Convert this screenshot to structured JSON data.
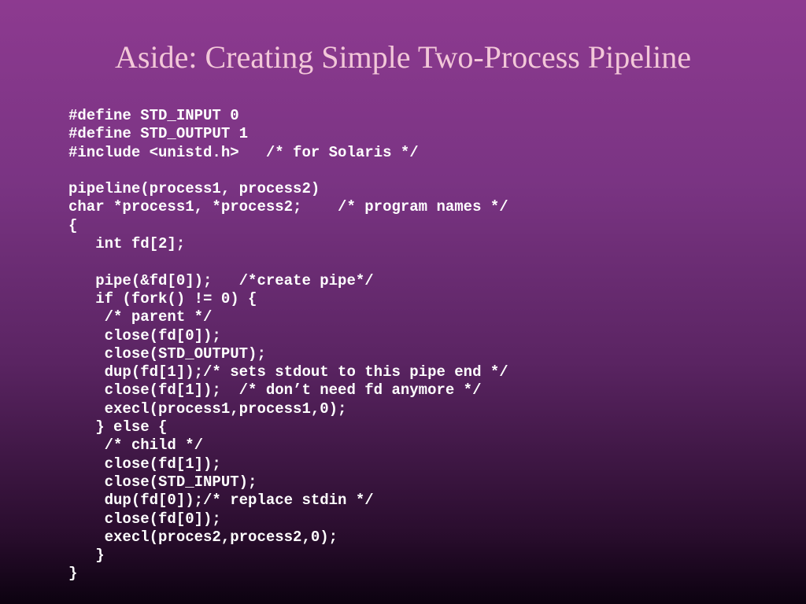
{
  "slide": {
    "title": "Aside: Creating Simple Two-Process Pipeline",
    "code_lines": [
      "#define STD_INPUT 0",
      "#define STD_OUTPUT 1",
      "#include <unistd.h>   /* for Solaris */",
      "",
      "pipeline(process1, process2)",
      "char *process1, *process2;    /* program names */",
      "{",
      "   int fd[2];",
      "",
      "   pipe(&fd[0]);   /*create pipe*/",
      "   if (fork() != 0) {",
      "    /* parent */",
      "    close(fd[0]);",
      "    close(STD_OUTPUT);",
      "    dup(fd[1]);/* sets stdout to this pipe end */",
      "    close(fd[1]);  /* don’t need fd anymore */",
      "    execl(process1,process1,0);",
      "   } else {",
      "    /* child */",
      "    close(fd[1]);",
      "    close(STD_INPUT);",
      "    dup(fd[0]);/* replace stdin */",
      "    close(fd[0]);",
      "    execl(proces2,process2,0);",
      "   }",
      "}"
    ]
  }
}
